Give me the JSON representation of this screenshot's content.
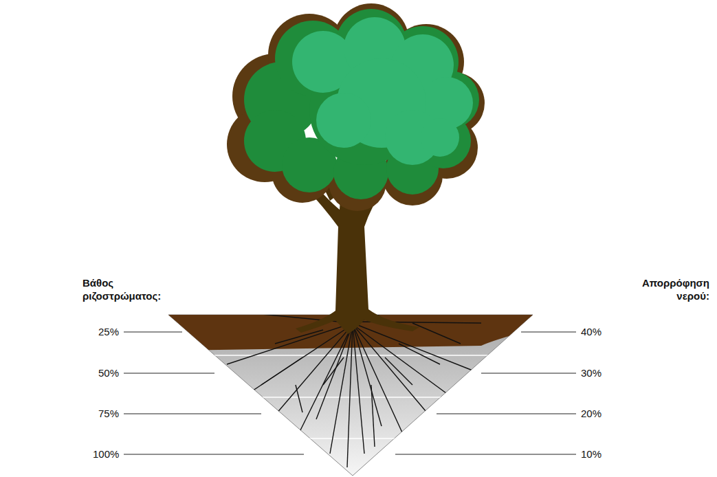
{
  "diagram": {
    "labels": [
      "Βάθος ριζοστρώματος:",
      "25%",
      "50%",
      "75%",
      "100%",
      "Απορρόφηση νερού:",
      "40%",
      "30%",
      "20%",
      "10%"
    ]
  }
}
